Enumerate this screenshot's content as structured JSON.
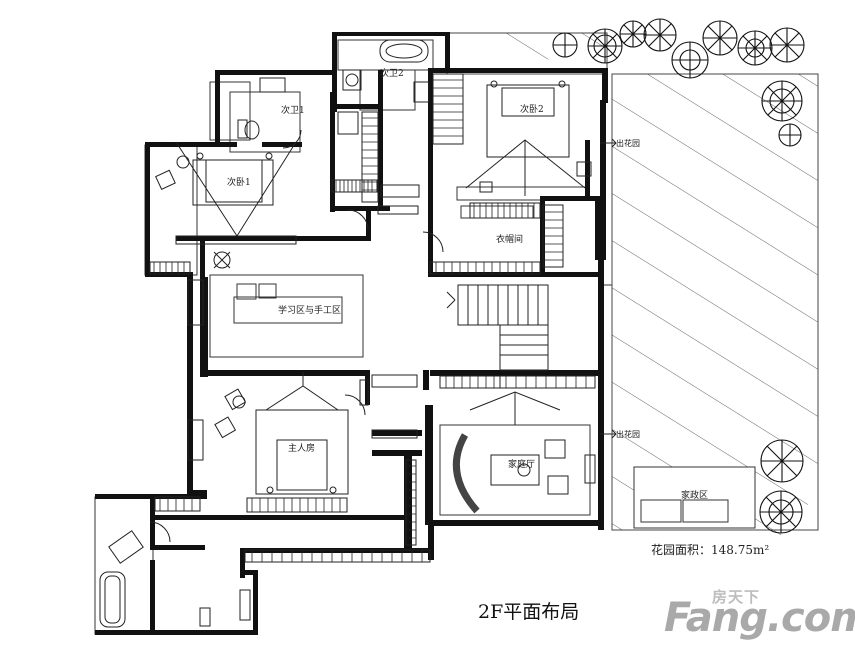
{
  "rooms": {
    "bath2": "次卫2",
    "bath1": "次卫1",
    "bedroom2": "次卧2",
    "bedroom1": "次卧1",
    "cloakroom": "衣帽间",
    "study": "学习区与手工区",
    "master": "主人房",
    "family": "家庭厅",
    "home": "家政区"
  },
  "exits": {
    "upper": "出花园",
    "lower": "出花园"
  },
  "garden_area": "花园面积：148.75m²",
  "title": "2F平面布局",
  "watermark": {
    "top": "房天下",
    "main": "Fang.com"
  },
  "colors": {
    "wall": "#111111",
    "line": "#333333",
    "watermark": "#a9a9a9"
  }
}
